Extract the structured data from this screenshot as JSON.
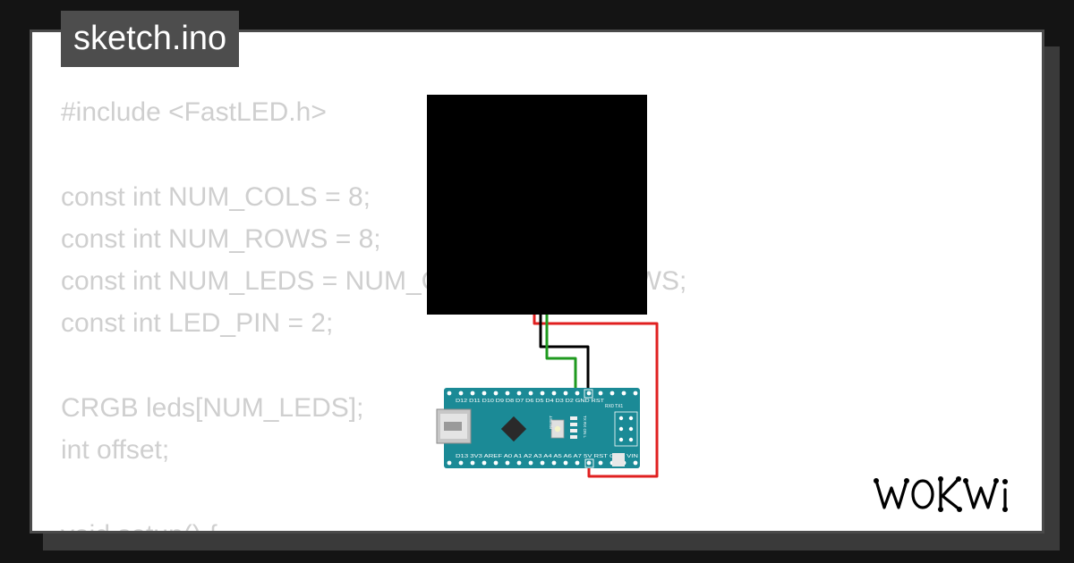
{
  "tab": {
    "filename": "sketch.ino"
  },
  "code_lines": [
    "#include <FastLED.h>",
    "",
    "const int NUM_COLS = 8;",
    "const int NUM_ROWS = 8;",
    "const int NUM_LEDS = NUM_COLS * NUM_ROWS;",
    "const int LED_PIN = 2;",
    "",
    "CRGB leds[NUM_LEDS];",
    "int offset;",
    "",
    "void setup() {"
  ],
  "board": {
    "top_pins": "D12 D11 D10 D9 D8 D7 D6 D5 D4 D3 D2 GND RST",
    "bottom_pins": "D13 3V3 AREF A0 A1 A2 A3 A4 A5 A6 A7 5V RST GND VIN",
    "rx_tx": "RX0 TX1",
    "reset": "RESET",
    "leds": "TX RX ON L"
  },
  "colors": {
    "board": "#1b8a96",
    "wire_power": "#e02020",
    "wire_ground": "#000000",
    "wire_data": "#1f9a1f",
    "matrix": "#000000",
    "code_text": "#cfcfcf"
  },
  "logo": {
    "text": "WOKWi"
  }
}
